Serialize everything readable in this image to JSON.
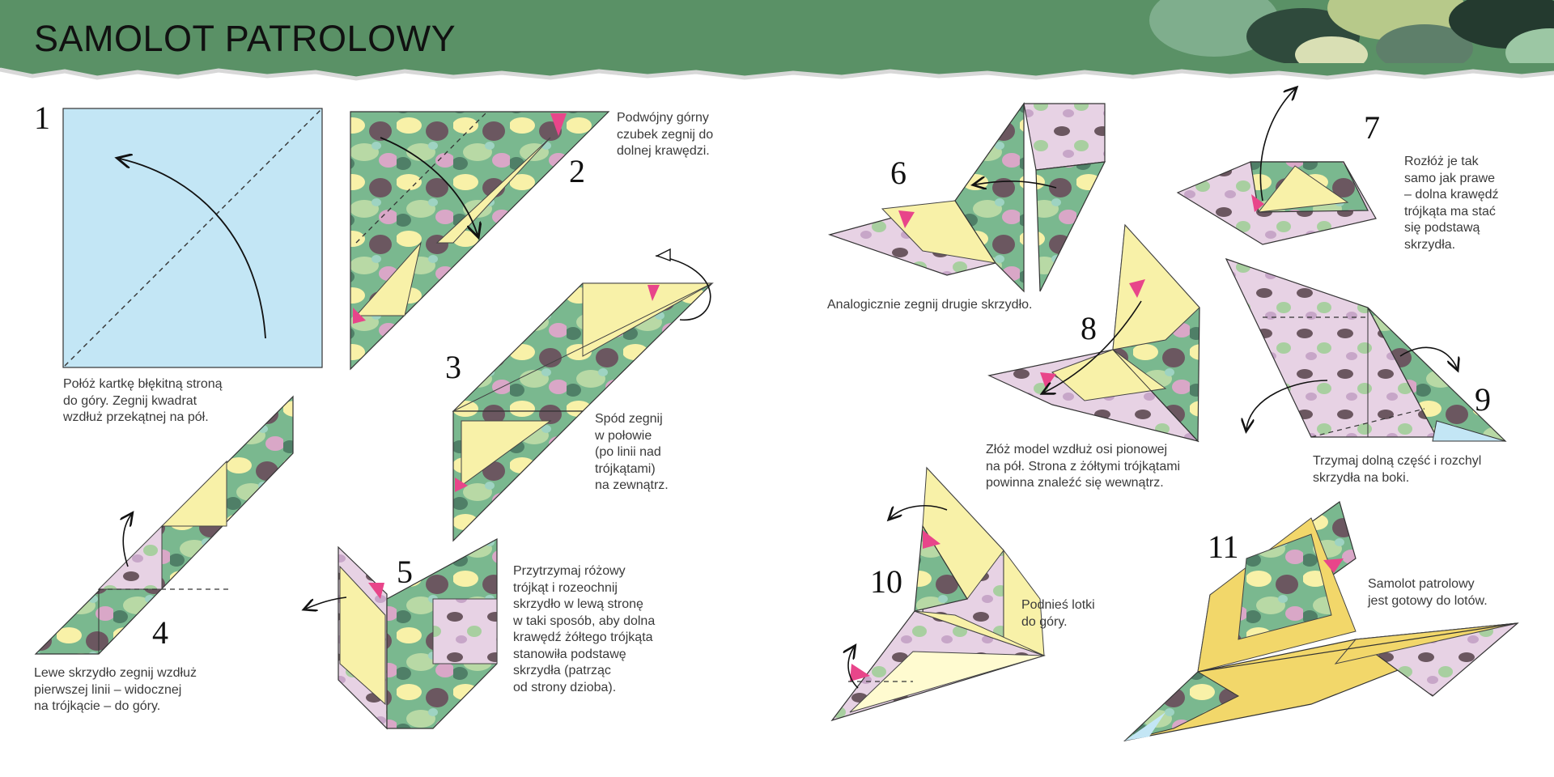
{
  "page": {
    "title": "SAMOLOT PATROLOWY"
  },
  "colors": {
    "header": "#5a9166",
    "sky_blue": "#c3e6f5",
    "camo_pale_yellow": "#f8f1a8",
    "camo_green": "#7ab88f",
    "camo_dark": "#6b5760",
    "camo_pink": "#d9a7c7",
    "accent_pink": "#e8458a"
  },
  "steps": [
    {
      "number": "1",
      "caption": [
        "Połóż kartkę błękitną stroną",
        "do góry. Zegnij kwadrat",
        "wzdłuż przekątnej na pół."
      ]
    },
    {
      "number": "2",
      "caption": [
        "Podwójny górny",
        "czubek zegnij do",
        "dolnej krawędzi."
      ]
    },
    {
      "number": "3",
      "caption": [
        "Spód zegnij",
        "w połowie",
        "(po linii nad",
        "trójkątami)",
        "na zewnątrz."
      ]
    },
    {
      "number": "4",
      "caption": [
        "Lewe skrzydło zegnij wzdłuż",
        "pierwszej linii – widocznej",
        "na trójkącie – do góry."
      ]
    },
    {
      "number": "5",
      "caption": [
        "Przytrzymaj różowy",
        "trójkąt i rozeochnij",
        "skrzydło w lewą stronę",
        "w taki sposób, aby dolna",
        "krawędź żółtego trójkąta",
        "stanowiła podstawę",
        "skrzydła (patrząc",
        "od strony dzioba)."
      ]
    },
    {
      "number": "6",
      "caption": [
        "Analogicznie zegnij drugie skrzydło."
      ]
    },
    {
      "number": "7",
      "caption": [
        " Rozłóż je tak",
        "samo jak prawe",
        "– dolna krawędź",
        "trójkąta ma stać",
        "się podstawą",
        "skrzydła."
      ]
    },
    {
      "number": "8",
      "caption": [
        "Złóż model wzdłuż osi pionowej",
        "na pół. Strona z żółtymi trójkątami",
        "powinna znaleźć się wewnątrz."
      ]
    },
    {
      "number": "9",
      "caption": [
        "Trzymaj dolną część i rozchyl",
        "skrzydła na boki."
      ]
    },
    {
      "number": "10",
      "caption": [
        "Podnieś lotki",
        "do góry."
      ]
    },
    {
      "number": "11",
      "caption": [
        "Samolot patrolowy",
        "jest gotowy do lotów."
      ]
    }
  ]
}
